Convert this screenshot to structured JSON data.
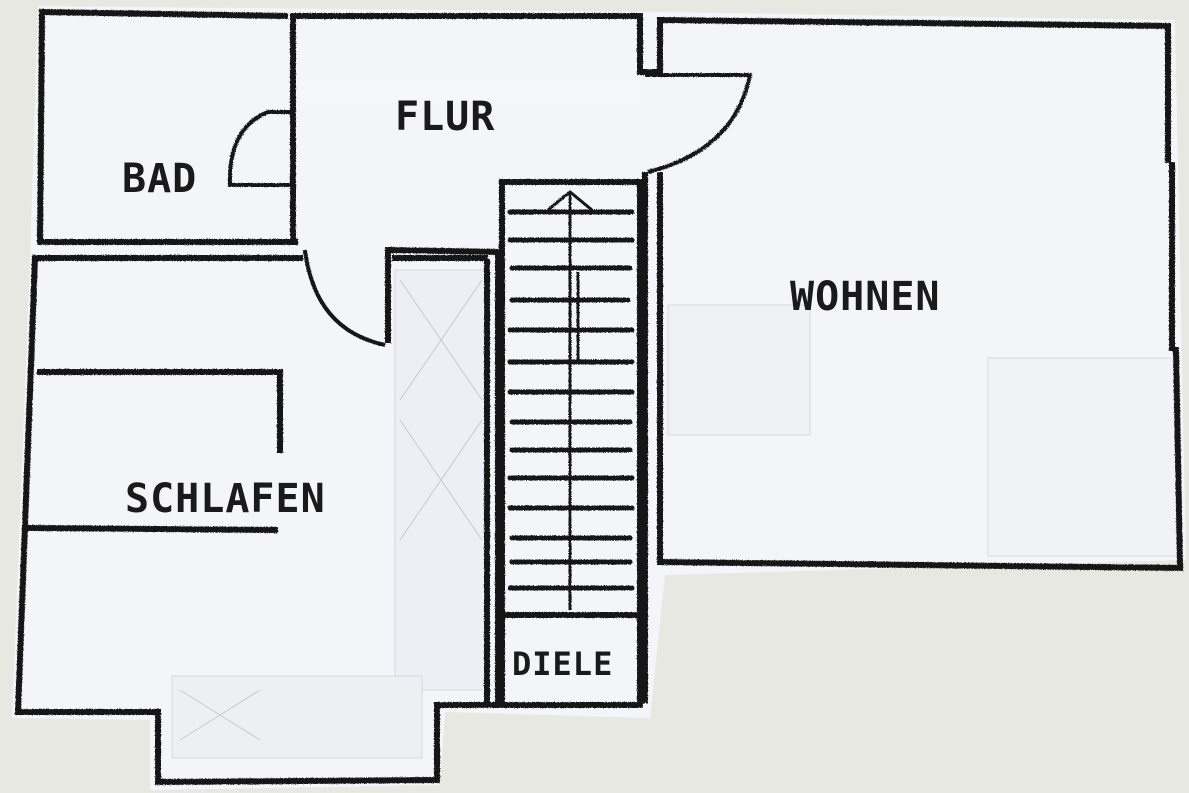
{
  "plan": {
    "colors": {
      "wall": "#141414",
      "paper": "#f4f5f8",
      "background": "#e7e8e1"
    },
    "rooms": {
      "bad": "BAD",
      "flur": "FLUR",
      "wohnen": "WOHNEN",
      "schlafen": "SCHLAFEN",
      "diele": "DIELE"
    }
  }
}
